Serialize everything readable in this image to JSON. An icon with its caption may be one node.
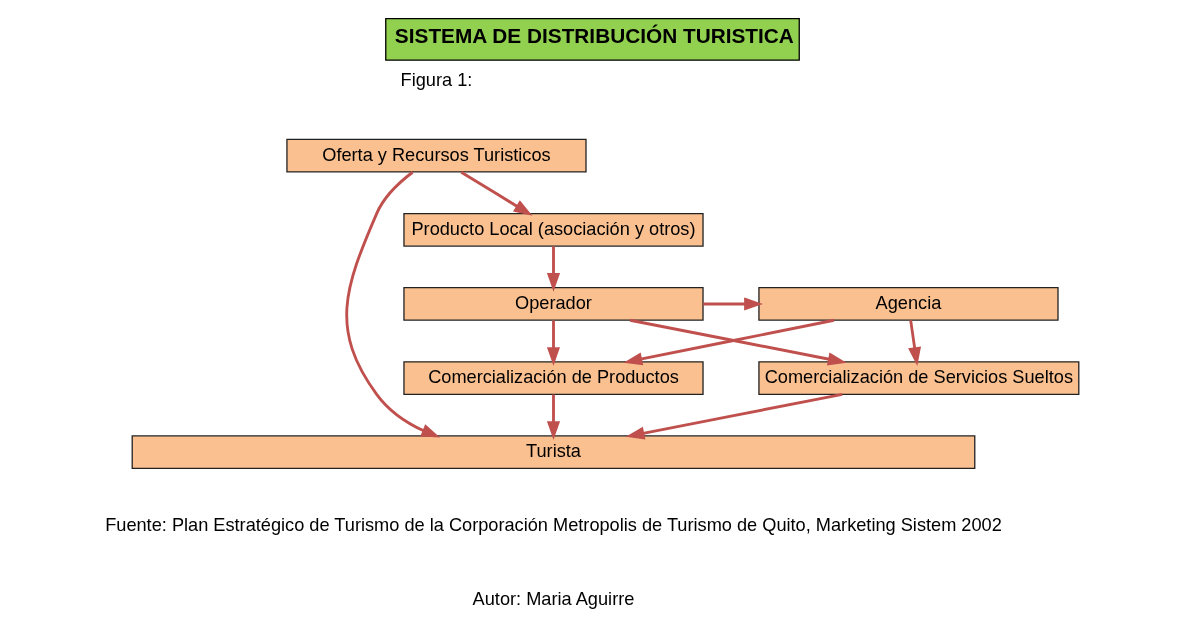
{
  "diagram": {
    "title": "SISTEMA DE DISTRIBUCIÓN TURISTICA",
    "nodes": [
      {
        "text": [
          "Oferta y Recursos Turisticos"
        ]
      },
      {
        "text": [
          "Producto Local (asociación y otros)"
        ]
      },
      {
        "text": [
          "Operador"
        ]
      },
      {
        "text": [
          "Agencia"
        ]
      },
      {
        "text": [
          "Comercialización de Servicios Sueltos"
        ]
      },
      {
        "text": [
          "Comercialización de Productos"
        ]
      },
      {
        "text": [
          "Turista"
        ]
      }
    ],
    "edges": [
      {
        "from": 0,
        "to": 1,
        "arrow": "to"
      },
      {
        "from": 1,
        "to": 2,
        "arrow": "to"
      },
      {
        "from": 2,
        "to": 3,
        "arrow": "to"
      },
      {
        "from": 2,
        "to": 5,
        "arrow": "to"
      },
      {
        "from": 3,
        "to": 4,
        "arrow": "to"
      },
      {
        "from": 2,
        "to": 4,
        "arrow": "to"
      },
      {
        "from": 3,
        "to": 5,
        "arrow": "to"
      },
      {
        "from": 4,
        "to": 6,
        "arrow": "to"
      },
      {
        "from": 5,
        "to": 6,
        "arrow": "to"
      },
      {
        "from": 0,
        "to": 6,
        "arrow": "to"
      }
    ],
    "labels": [
      "Figura 1:",
      "Fuente: Plan Estratégico de Turismo de la Corporación Metropolis de Turismo de Quito, Marketing Sistem 2002",
      "Autor: Maria Aguirre"
    ]
  }
}
